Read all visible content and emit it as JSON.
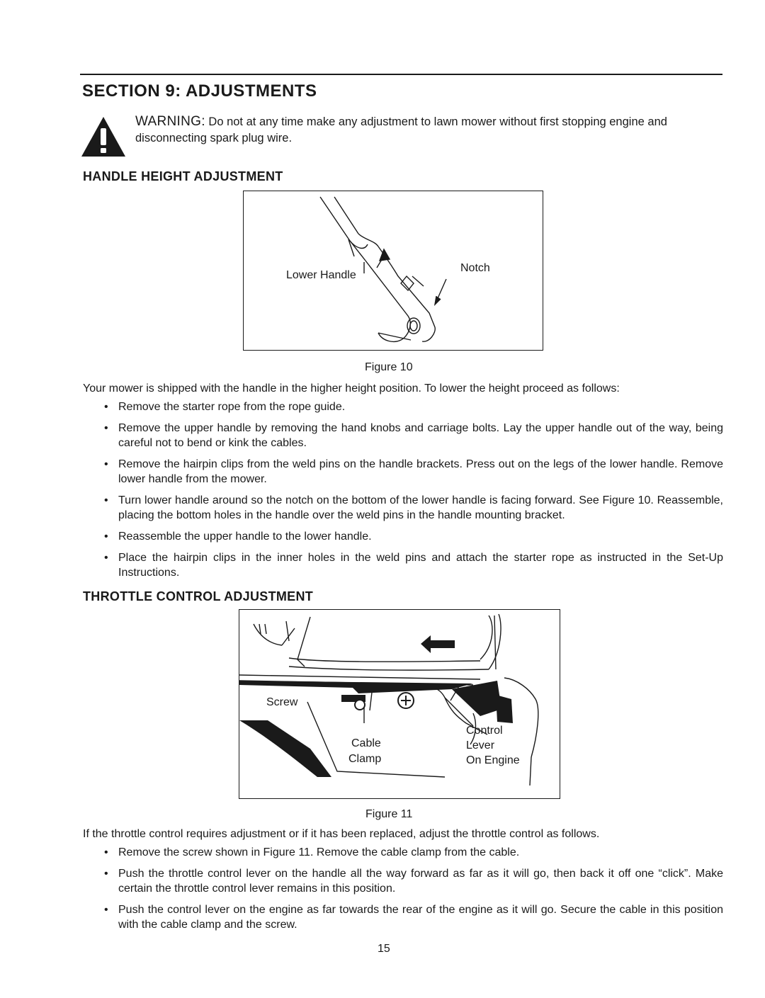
{
  "section": {
    "title": "SECTION 9: ADJUSTMENTS",
    "warning_lead": "WARNING:",
    "warning_text": "Do not at any time make any adjustment to lawn mower without first stopping engine and disconnecting spark plug wire."
  },
  "handle_height": {
    "heading": "HANDLE HEIGHT ADJUSTMENT",
    "figure": {
      "label_lower_handle": "Lower Handle",
      "label_notch": "Notch",
      "caption": "Figure 10"
    },
    "intro": "Your mower is shipped with the handle in the higher height position. To lower the height proceed as follows:",
    "steps": [
      "Remove the starter rope from the rope guide.",
      "Remove the upper handle by removing the hand knobs and carriage bolts. Lay the upper handle out of the way, being careful not to bend or kink the cables.",
      "Remove the hairpin clips from the weld pins on the handle brackets. Press out on the legs of the lower handle. Remove lower handle from the mower.",
      "Turn lower handle around so the notch on the bottom of the lower handle is facing forward. See Figure 10. Reassemble, placing the bottom holes in the handle over the weld pins in the handle mounting bracket.",
      "Reassemble the upper handle to the lower handle.",
      "Place the hairpin clips in the inner holes in the weld pins and attach the starter rope as instructed in the Set-Up Instructions."
    ]
  },
  "throttle": {
    "heading": "THROTTLE CONTROL ADJUSTMENT",
    "figure": {
      "label_screw": "Screw",
      "label_cable": "Cable",
      "label_clamp": "Clamp",
      "label_control": "Control",
      "label_lever": "Lever",
      "label_on_engine": "On Engine",
      "caption": "Figure 11"
    },
    "intro": "If the throttle control requires adjustment or if it has been replaced, adjust the throttle control as follows.",
    "steps": [
      "Remove the screw shown in Figure 11. Remove the cable clamp from the cable.",
      "Push the throttle control lever on the handle all the way forward as far as it will go, then back it off one “click”. Make certain the throttle control lever remains in this position.",
      "Push the control lever on the engine as far towards the rear of the engine as it will go. Secure the cable in this position with the cable clamp and the screw."
    ]
  },
  "page_number": "15",
  "icons": {
    "warning": "warning-triangle-icon"
  }
}
